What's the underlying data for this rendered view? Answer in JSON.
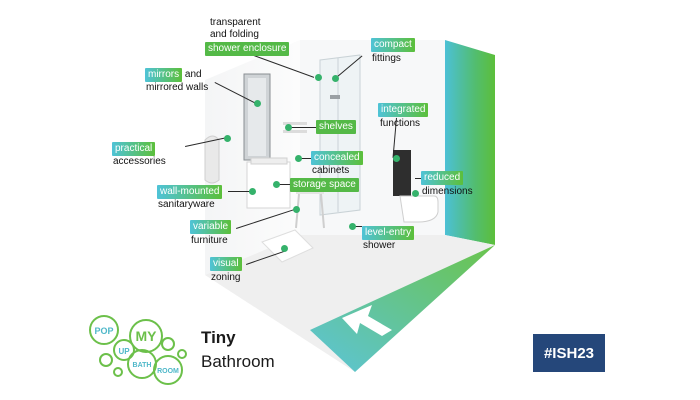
{
  "labels": {
    "shower_enclosure_pre": "transparent\nand folding",
    "shower_enclosure": "shower enclosure",
    "compact": "compact",
    "fittings": "fittings",
    "mirrors": "mirrors",
    "mirrors_and": " and",
    "mirrored_walls": "mirrored walls",
    "integrated": "integrated",
    "functions": "functions",
    "shelves": "shelves",
    "practical": "practical",
    "accessories": "accessories",
    "concealed": "concealed",
    "cabinets": "cabinets",
    "storage_space": "storage space",
    "reduced": "reduced",
    "dimensions": "dimensions",
    "wall_mounted": "wall-mounted",
    "sanitaryware": "sanitaryware",
    "variable": "variable",
    "furniture": "furniture",
    "level_entry": "level-entry",
    "shower": "shower",
    "visual": "visual",
    "zoning": "zoning"
  },
  "logo": {
    "bubbles": [
      "POP",
      "UP",
      "MY",
      "BATH",
      "ROOM"
    ]
  },
  "title": {
    "line1": "Tiny",
    "line2": "Bathroom"
  },
  "badge": "#ISH23",
  "colors": {
    "accent_teal": "#4fc3d7",
    "accent_green": "#5cbf3a",
    "badge_blue": "#25477a"
  }
}
